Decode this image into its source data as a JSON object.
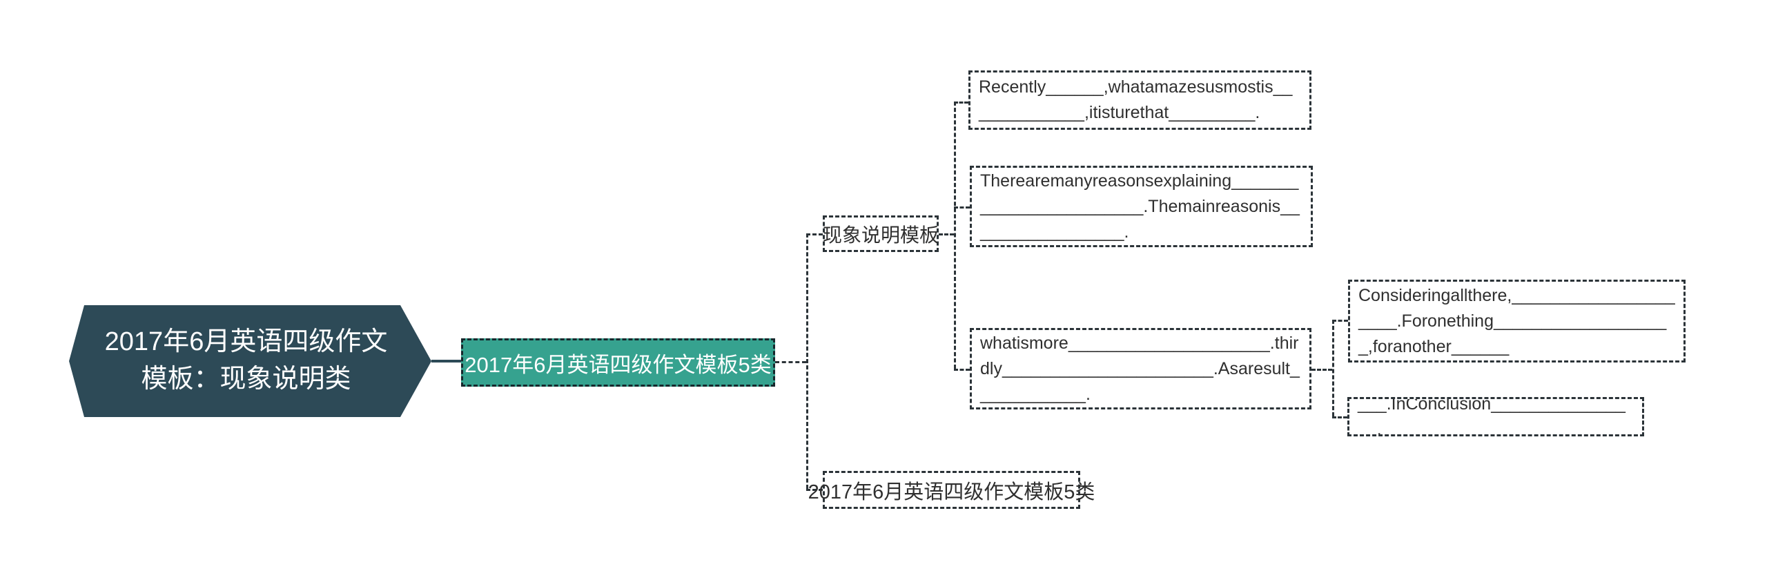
{
  "colors": {
    "root_fill": "#2d4a57",
    "root_text": "#ffffff",
    "main_topic_fill": "#36a28f",
    "main_topic_text": "#ffffff",
    "dashed_line": "#2b3338",
    "box_text": "#2f2f2f",
    "background": "#ffffff"
  },
  "root": {
    "label": "2017年6月英语四级作文模板：现象说明类"
  },
  "main_topic": {
    "label": "2017年6月英语四级作文模板5类"
  },
  "branches": {
    "phenomenon": {
      "label": "现象说明模板"
    },
    "template_bottom": {
      "label": "2017年6月英语四级作文模板5类"
    },
    "sentence_recently": {
      "text": "Recently______,whatamazesusmostis_____________,itisturethat_________."
    },
    "sentence_reasons": {
      "text": "Therearemanyreasonsexplaining________________________.Themainreasonis_________________."
    },
    "sentence_whatismore": {
      "text": "whatismore_____________________.thirdly______________________.Asaresult____________."
    },
    "sentence_considering": {
      "text": "Consideringallthere,_____________________.Foronething___________________,foranother______"
    },
    "sentence_conclusion": {
      "text": "___.InConclusion________________."
    }
  }
}
